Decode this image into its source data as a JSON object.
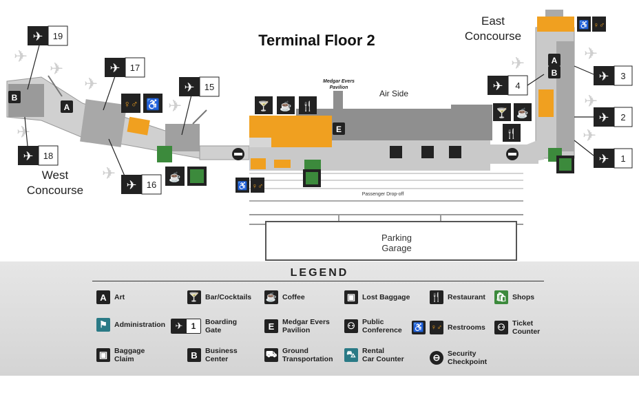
{
  "map": {
    "title": "Terminal Floor 2",
    "west_concourse": [
      "West",
      "Concourse"
    ],
    "east_concourse": [
      "East",
      "Concourse"
    ],
    "air_side": "Air Side",
    "pavilion": [
      "Medgar Evers",
      "Pavilion"
    ],
    "drop_off": "Passenger Drop-off",
    "parking": [
      "Parking",
      "Garage"
    ],
    "gates": [
      "19",
      "17",
      "15",
      "18",
      "16",
      "4",
      "3",
      "2",
      "1"
    ],
    "markers": {
      "art": "A",
      "business": "B",
      "pavilion": "E"
    }
  },
  "legend": {
    "title": "LEGEND",
    "items": [
      {
        "icon": "art-icon",
        "glyph": "A",
        "label": "Art"
      },
      {
        "icon": "administration-icon",
        "glyph": "⚑",
        "label": "Administration"
      },
      {
        "icon": "baggage-claim-icon",
        "glyph": "▣",
        "label": "Baggage\nClaim"
      },
      {
        "icon": "bar-cocktails-icon",
        "glyph": "🍸",
        "label": "Bar/Cocktails"
      },
      {
        "icon": "boarding-gate-icon",
        "glyph": "✈",
        "num": "1",
        "label": "Boarding\nGate"
      },
      {
        "icon": "business-center-icon",
        "glyph": "B",
        "label": "Business\nCenter"
      },
      {
        "icon": "coffee-icon",
        "glyph": "☕",
        "label": "Coffee"
      },
      {
        "icon": "medgar-evers-pavilion-icon",
        "glyph": "E",
        "label": "Medgar Evers\nPavilion"
      },
      {
        "icon": "ground-transportation-icon",
        "glyph": "⛟",
        "label": "Ground\nTransportation"
      },
      {
        "icon": "lost-baggage-icon",
        "glyph": "▣",
        "label": "Lost Baggage"
      },
      {
        "icon": "public-conference-icon",
        "glyph": "⚇",
        "label": "Public\nConference"
      },
      {
        "icon": "rental-car-counter-icon",
        "glyph": "⛍",
        "label": "Rental\nCar Counter"
      },
      {
        "icon": "restaurant-icon",
        "glyph": "🍴",
        "label": "Restaurant"
      },
      {
        "icon": "restrooms-icon",
        "glyph": "♿",
        "label": "Restrooms"
      },
      {
        "icon": "security-checkpoint-icon",
        "glyph": "⊖",
        "label": "Security\nCheckpoint"
      },
      {
        "icon": "shops-icon",
        "glyph": "🛍",
        "label": "Shops"
      },
      {
        "icon": "ticket-counter-icon",
        "glyph": "⚇",
        "label": "Ticket\nCounter"
      }
    ]
  },
  "colors": {
    "amenity_orange": "#f0a020",
    "shops_green": "#3c8a3c",
    "building_gray": "#8a8a8a",
    "corridor_gray": "#c8c8c8"
  }
}
